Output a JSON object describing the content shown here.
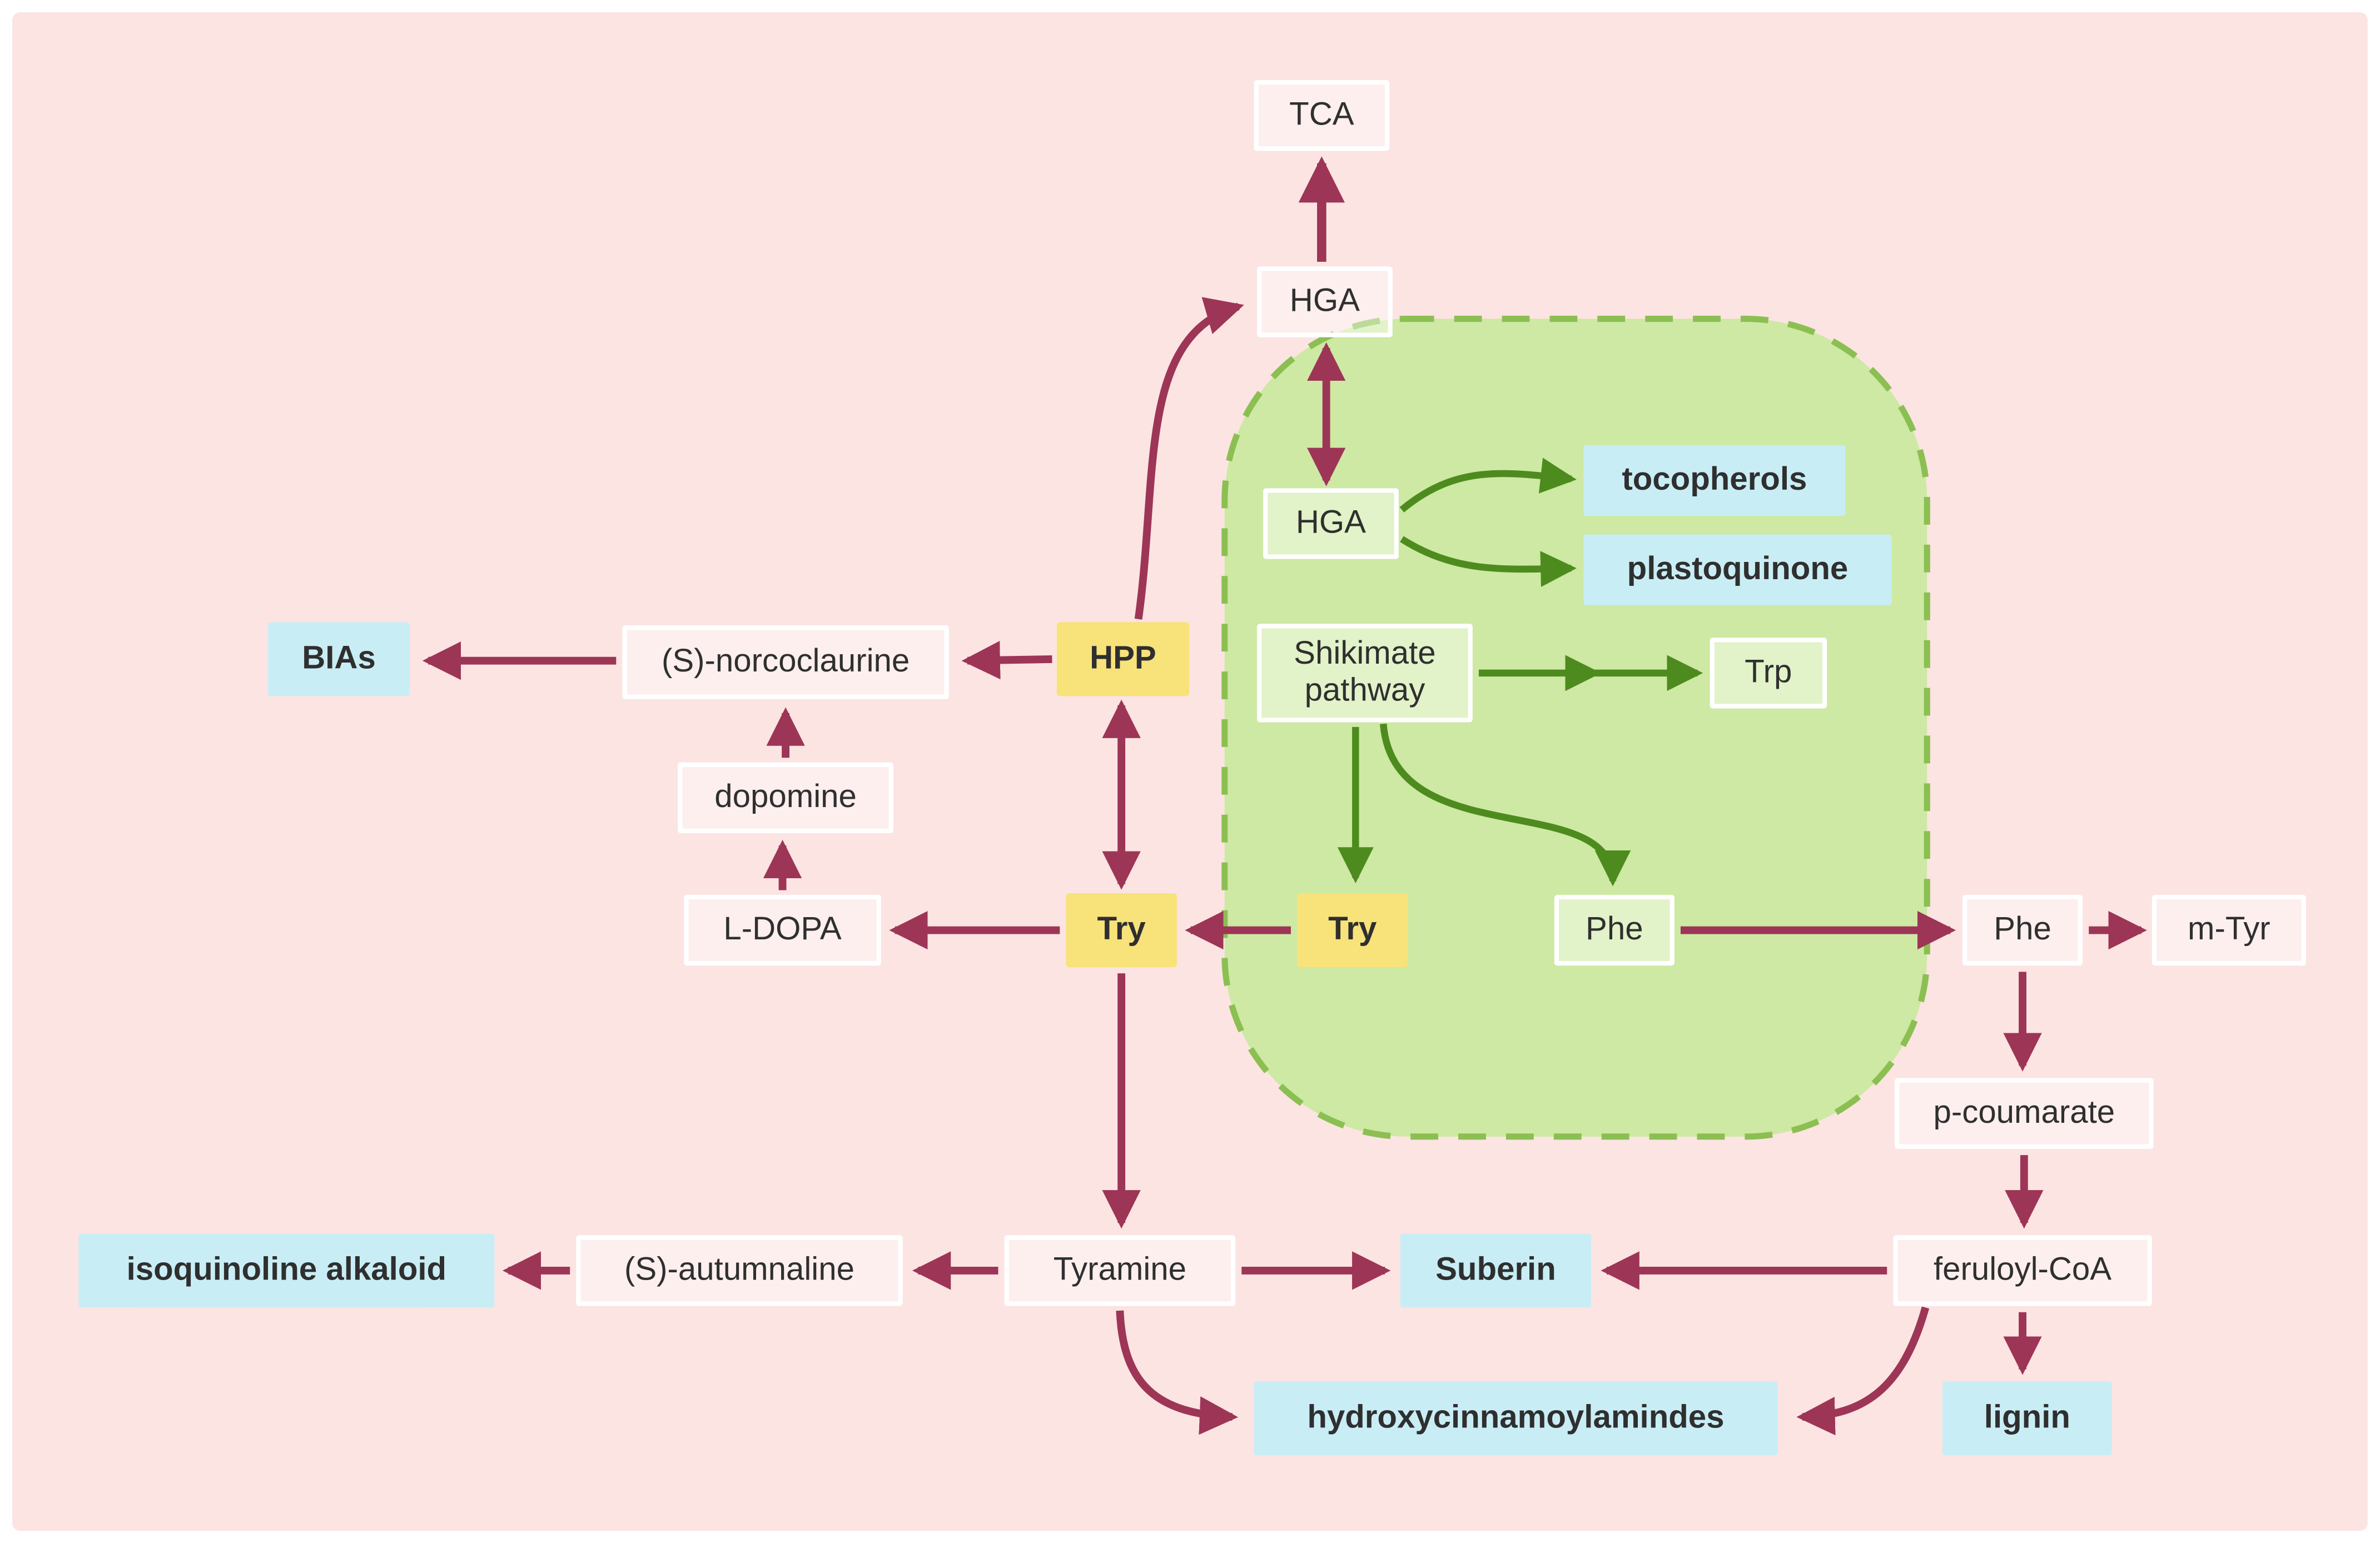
{
  "colors": {
    "background": "#fbe4e2",
    "plastid_fill": "#cde9a3",
    "plastid_border": "#8cbf52",
    "arrow_maroon": "#9d3557",
    "arrow_green": "#4e8b1f",
    "node_yellow": "#f8e27a",
    "node_cyan": "#c9edf5",
    "node_plain_border": "#ffffff"
  },
  "nodes": {
    "tca": {
      "label": "TCA"
    },
    "hga_top": {
      "label": "HGA"
    },
    "hga_plastid": {
      "label": "HGA"
    },
    "tocopherols": {
      "label": "tocopherols"
    },
    "plastoquinone": {
      "label": "plastoquinone"
    },
    "shikimate": {
      "label": "Shikimate pathway"
    },
    "trp": {
      "label": "Trp"
    },
    "bias": {
      "label": "BIAs"
    },
    "norcoclaurine": {
      "label": "(S)-norcoclaurine"
    },
    "hpp": {
      "label": "HPP"
    },
    "dopomine": {
      "label": "dopomine"
    },
    "ldopa": {
      "label": "L-DOPA"
    },
    "try_cytosol": {
      "label": "Try"
    },
    "try_plastid": {
      "label": "Try"
    },
    "phe_plastid": {
      "label": "Phe"
    },
    "phe_cytosol": {
      "label": "Phe"
    },
    "mtyr": {
      "label": "m-Tyr"
    },
    "pcoumarate": {
      "label": "p-coumarate"
    },
    "feruloyl": {
      "label": "feruloyl-CoA"
    },
    "isoquinoline": {
      "label": "isoquinoline alkaloid"
    },
    "autumnaline": {
      "label": "(S)-autumnaline"
    },
    "tyramine": {
      "label": "Tyramine"
    },
    "suberin": {
      "label": "Suberin"
    },
    "hydroxycinnamoylamindes": {
      "label": "hydroxycinnamoylamindes"
    },
    "lignin": {
      "label": "lignin"
    }
  }
}
